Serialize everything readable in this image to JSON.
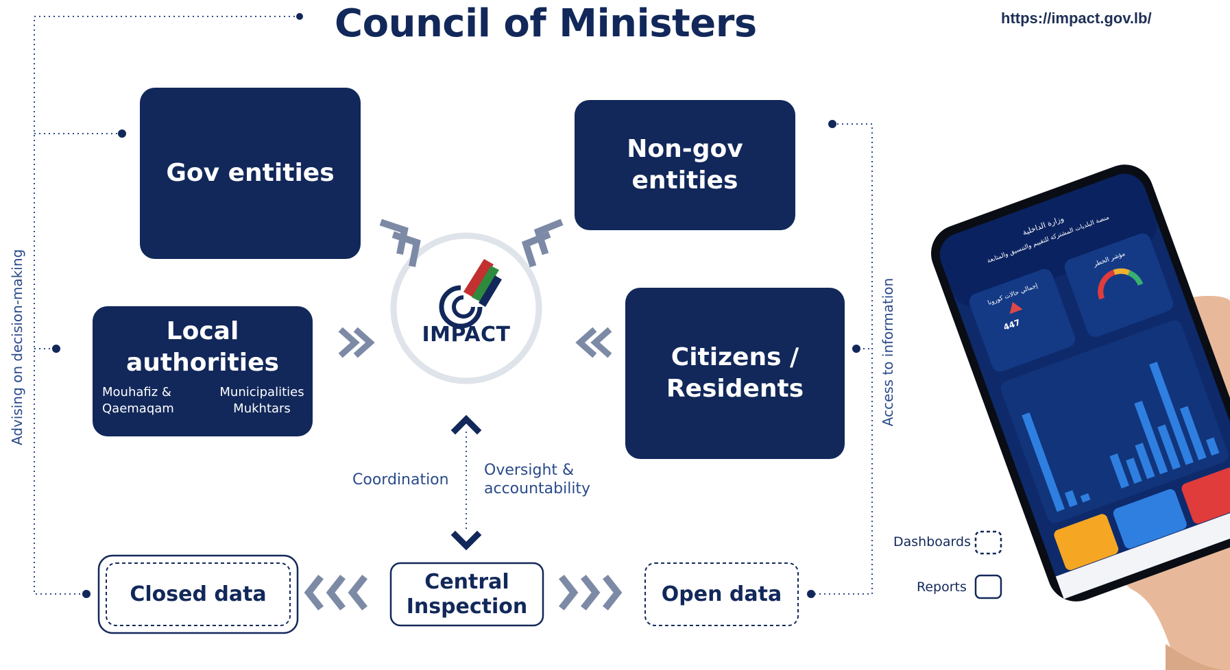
{
  "header": {
    "title": "Council of Ministers",
    "url": "https://impact.gov.lb/"
  },
  "nodes": {
    "gov_entities": "Gov entities",
    "non_gov_entities": "Non-gov\nentities",
    "local_authorities": "Local\nauthorities",
    "local_sub_left": "Mouhafiz &\nQaemaqam",
    "local_sub_right": "Municipalities\nMukhtars",
    "citizens": "Citizens /\nResidents",
    "center": "IMPACT",
    "closed_data": "Closed data",
    "central_inspection": "Central\nInspection",
    "open_data": "Open data"
  },
  "edges": {
    "coordination": "Coordination",
    "oversight": "Oversight &\naccountability",
    "advising": "Advising on decision-making",
    "access": "Access to information"
  },
  "legend": {
    "dashboards": "Dashboards",
    "reports": "Reports"
  },
  "phone": {
    "app_title": "وزارة الداخلية",
    "app_subtitle": "منصة البلديات المشتركة للتقييم والتنسيق والمتابعة",
    "card_total": "إجمالي حالات كورونا",
    "card_total_value": "447",
    "card_gauge": "مؤشر الخطر"
  },
  "colors": {
    "navy": "#12285a",
    "text_blue": "#2a4a8a",
    "arrow_gray": "#7d8aa6",
    "phone_screen": "#0e2a6b",
    "bar_blue": "#2e7fe0"
  },
  "icons": [
    "chevrons-in-left",
    "chevrons-in-right",
    "chevrons-out-left",
    "chevrons-out-right",
    "double-arrow-vertical",
    "impact-logo"
  ]
}
